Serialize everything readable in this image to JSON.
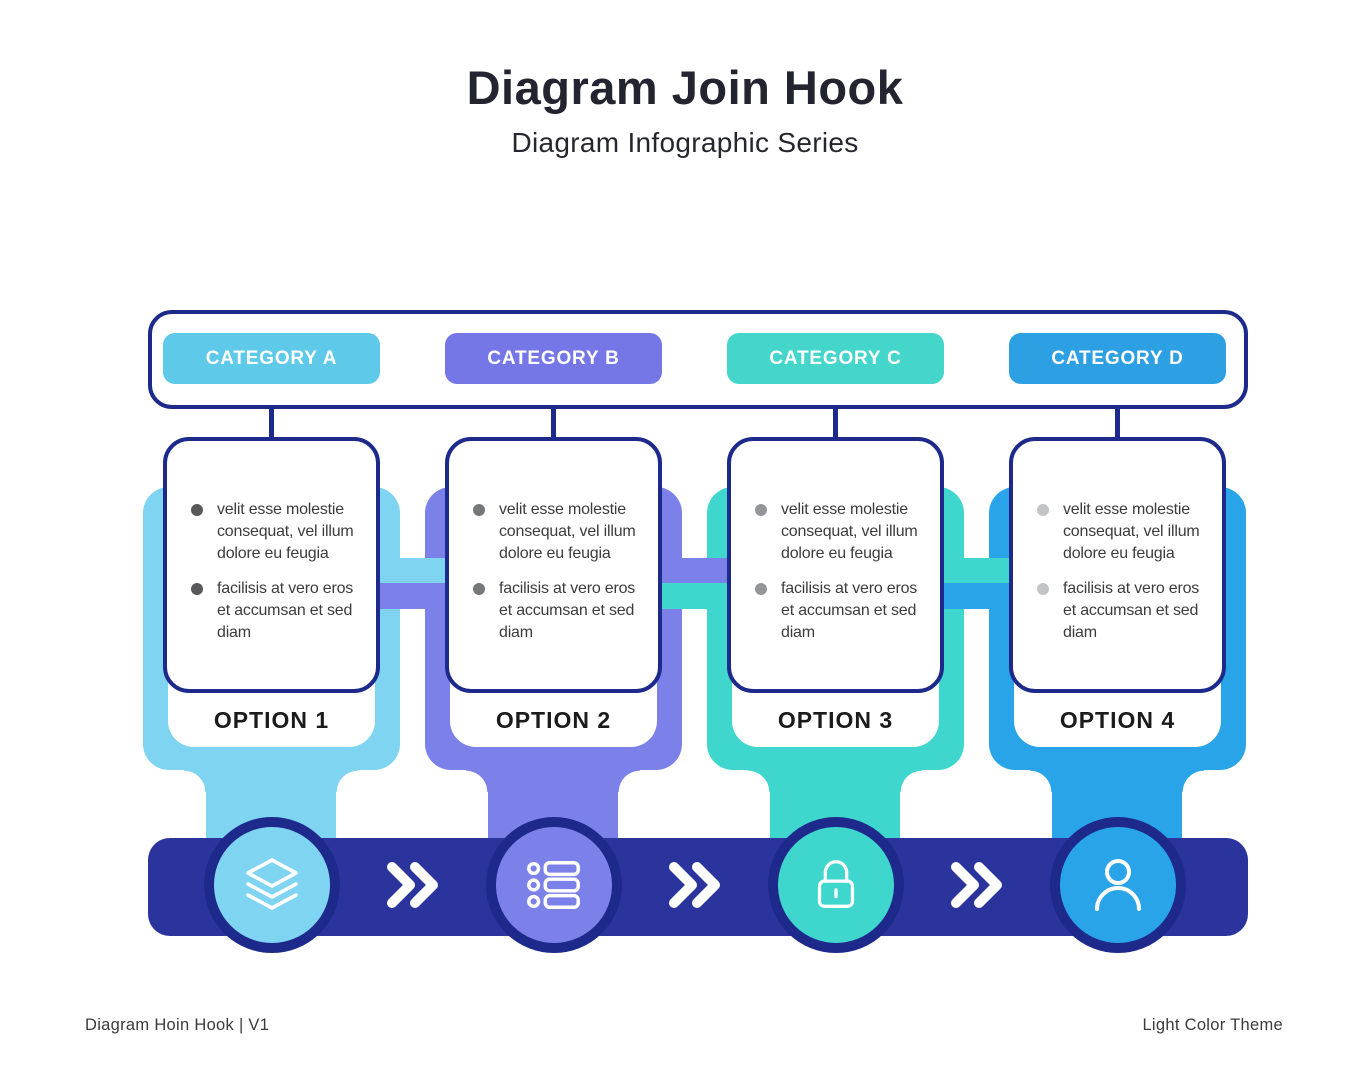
{
  "header": {
    "title": "Diagram Join Hook",
    "subtitle": "Diagram Infographic Series"
  },
  "footer": {
    "left": "Diagram Hoin Hook | V1",
    "right": "Light Color Theme"
  },
  "colors": {
    "navy_outline": "#1D2A8C",
    "bar_navy": "#2A349C",
    "text_dark": "#23242F",
    "bullet_text": "#3C3C3C"
  },
  "columns": [
    {
      "category": "CATEGORY A",
      "option": "OPTION 1",
      "icon": "layers-icon",
      "pill_color": "#5FC9E9",
      "main_color": "#7FD4F2",
      "dot_color": "#59595C",
      "bullets": [
        "velit esse molestie\nconsequat, vel illum\ndolore eu feugia",
        "facilisis at vero eros\net accumsan et sed\ndiam"
      ]
    },
    {
      "category": "CATEGORY B",
      "option": "OPTION 2",
      "icon": "list-icon",
      "pill_color": "#7577E7",
      "main_color": "#7C80E9",
      "dot_color": "#767779",
      "bullets": [
        "velit esse molestie\nconsequat, vel illum\ndolore eu feugia",
        "facilisis at vero eros\net accumsan et sed\ndiam"
      ]
    },
    {
      "category": "CATEGORY C",
      "option": "OPTION 3",
      "icon": "lock-icon",
      "pill_color": "#44D5CB",
      "main_color": "#3FD6CD",
      "dot_color": "#949699",
      "bullets": [
        "velit esse molestie\nconsequat, vel illum\ndolore eu feugia",
        "facilisis at vero eros\net accumsan et sed\ndiam"
      ]
    },
    {
      "category": "CATEGORY D",
      "option": "OPTION 4",
      "icon": "user-icon",
      "pill_color": "#2CA0E2",
      "main_color": "#2AA4E8",
      "dot_color": "#C3C4C6",
      "bullets": [
        "velit esse molestie\nconsequat, vel illum\ndolore eu feugia",
        "facilisis at vero eros\net accumsan et sed\ndiam"
      ]
    }
  ]
}
